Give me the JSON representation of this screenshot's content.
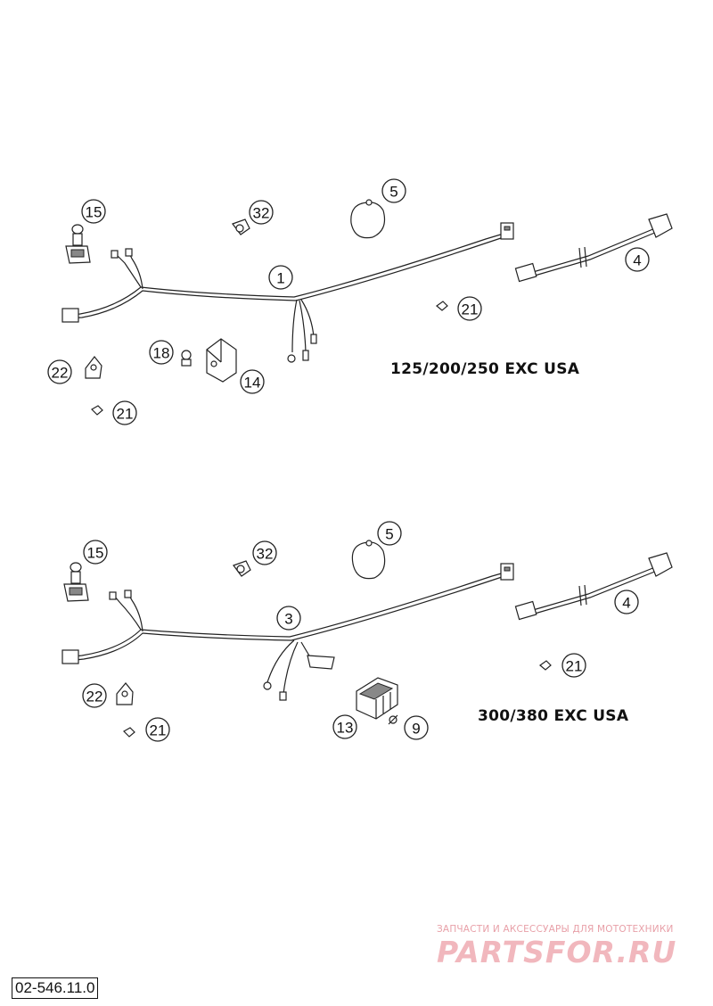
{
  "diagram": {
    "models": [
      {
        "label": "125/200/250 EXC USA",
        "callouts": [
          "15",
          "32",
          "5",
          "1",
          "4",
          "21",
          "18",
          "14",
          "22",
          "21"
        ]
      },
      {
        "label": "300/380 EXC USA",
        "callouts": [
          "15",
          "32",
          "5",
          "3",
          "4",
          "21",
          "22",
          "21",
          "13",
          "9"
        ]
      }
    ],
    "document_number": "02-546.11.0"
  },
  "watermark": {
    "tagline": "ЗАПЧАСТИ И АКСЕССУАРЫ ДЛЯ МОТОТЕХНИКИ",
    "logo": "PARTSFOR.RU"
  }
}
